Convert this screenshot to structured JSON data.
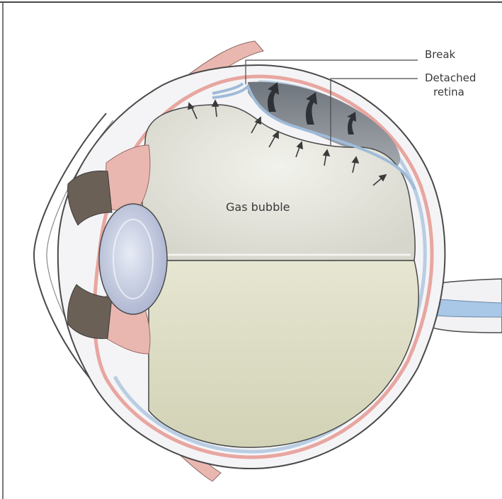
{
  "labels": {
    "break": "Break",
    "detached_line1": "Detached",
    "detached_line2": "retina",
    "gas_bubble": "Gas bubble"
  },
  "colors": {
    "sclera": "#f4f4f6",
    "outline": "#4a4a4a",
    "choroid": "#e8a6a0",
    "retina": "#b9cde3",
    "gas_bubble": "#e4e4dc",
    "vitreous": "#ddddc6",
    "subretinal_fluid": "#8f959c",
    "iris": "#6b6056",
    "lens": "#c9cfe2",
    "ciliary_body": "#eab7b0",
    "optic_nerve": "#a9c7e6"
  }
}
